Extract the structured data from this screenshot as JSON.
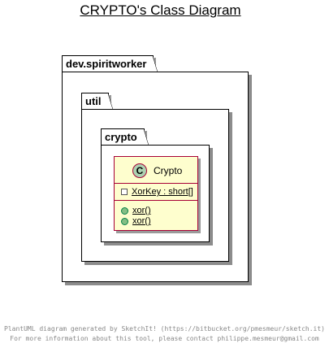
{
  "diagram": {
    "title": "CRYPTO's Class Diagram",
    "packages": [
      {
        "name": "dev.spiritworker"
      },
      {
        "name": "util"
      },
      {
        "name": "crypto"
      }
    ],
    "class": {
      "stereotype_letter": "C",
      "name": "Crypto",
      "attributes": [
        {
          "visibility": "private",
          "text": "XorKey : short[]"
        }
      ],
      "methods": [
        {
          "visibility": "public",
          "text": "xor()"
        },
        {
          "visibility": "public",
          "text": "xor()"
        }
      ]
    },
    "footer": [
      "PlantUML diagram generated by SketchIt! (https://bitbucket.org/pmesmeur/sketch.it)",
      "For more information about this tool, please contact philippe.mesmeur@gmail.com"
    ]
  }
}
